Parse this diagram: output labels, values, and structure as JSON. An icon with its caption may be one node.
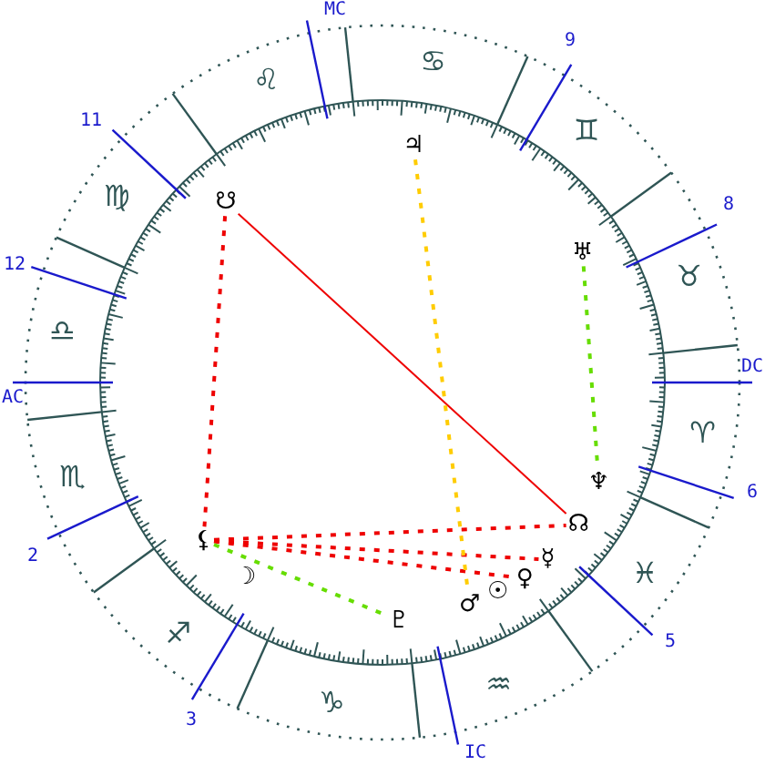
{
  "diagram": {
    "nodes": [
      {
        "text": [
          "♃"
        ]
      },
      {
        "text": [
          "☋"
        ]
      },
      {
        "text": [
          "♅"
        ]
      },
      {
        "text": [
          "♆"
        ]
      },
      {
        "text": [
          "⚸"
        ]
      },
      {
        "text": [
          "☊"
        ]
      },
      {
        "text": [
          "☿"
        ]
      },
      {
        "text": [
          "♀"
        ]
      },
      {
        "text": [
          "☽"
        ]
      },
      {
        "text": [
          "☉"
        ]
      },
      {
        "text": [
          "♂"
        ]
      },
      {
        "text": [
          "♇"
        ]
      }
    ],
    "edges": [
      {
        "from": 1,
        "to": 5,
        "arrow": "none"
      },
      {
        "from": 1,
        "to": 4,
        "arrow": "none",
        "style": "dashed"
      },
      {
        "from": 4,
        "to": 5,
        "arrow": "none",
        "style": "dashed"
      },
      {
        "from": 4,
        "to": 6,
        "arrow": "none",
        "style": "dashed"
      },
      {
        "from": 4,
        "to": 7,
        "arrow": "none",
        "style": "dashed"
      },
      {
        "from": 4,
        "to": 11,
        "arrow": "none",
        "style": "dashed",
        "color": "#66dd00"
      },
      {
        "from": 0,
        "to": 10,
        "arrow": "none",
        "style": "dashed",
        "color": "#ffcc00"
      },
      {
        "from": 2,
        "to": 3,
        "arrow": "none",
        "style": "dashed",
        "color": "#66dd00"
      }
    ],
    "labels": [
      "MC",
      "9",
      "♋",
      "♌",
      "11",
      "♊",
      "♍",
      "8",
      "♉",
      "12",
      "♎",
      "DC",
      "AC",
      "♈",
      "6",
      "♏",
      "2",
      "♓",
      "5",
      "♐",
      "♒",
      "♑",
      "3",
      "IC"
    ]
  }
}
